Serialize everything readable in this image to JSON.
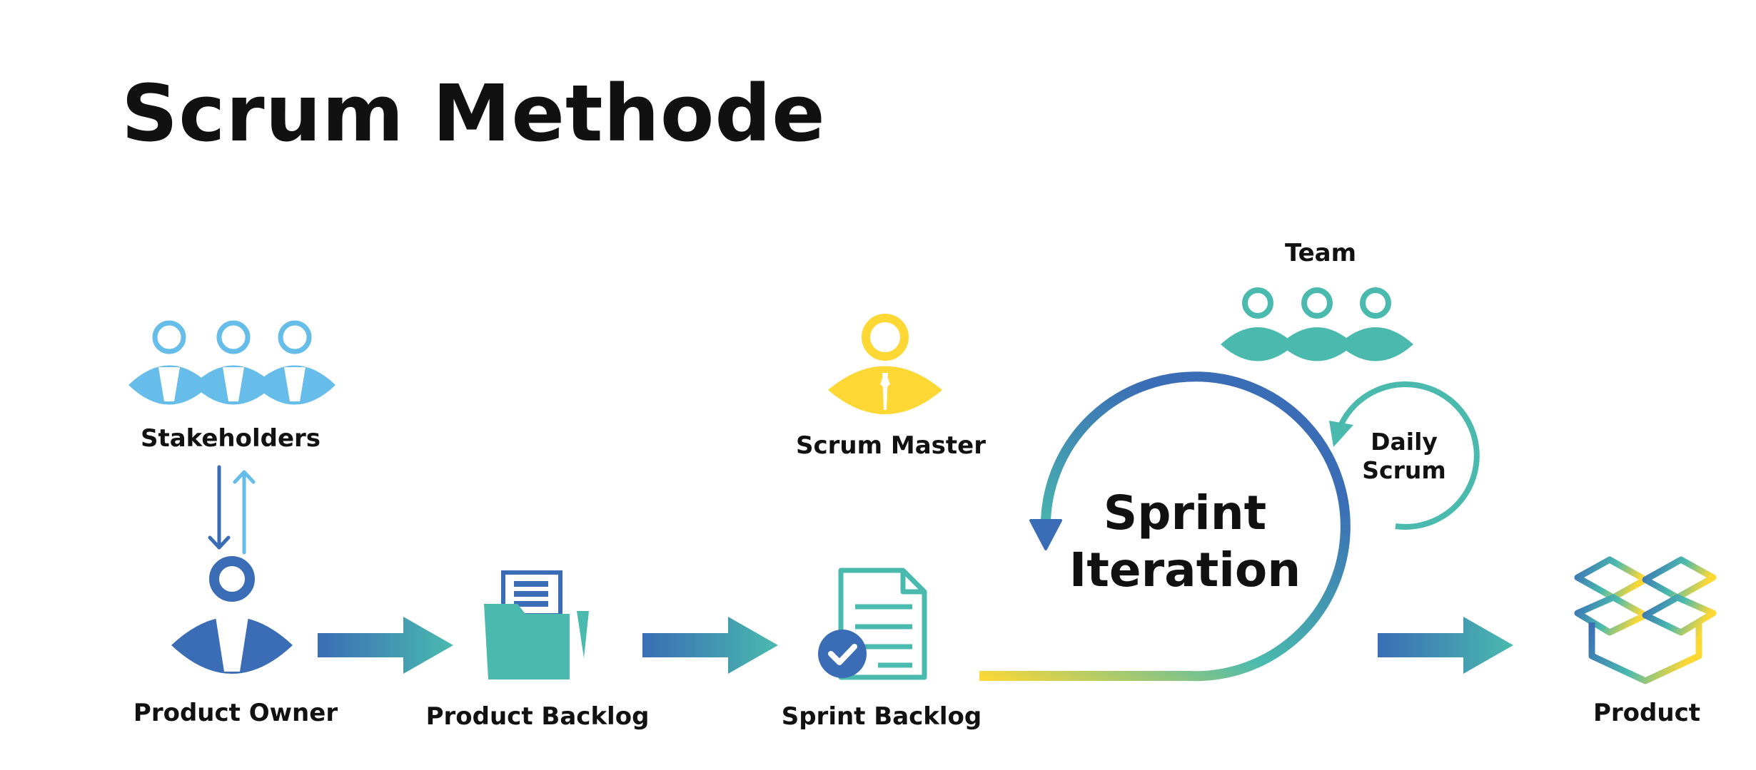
{
  "title": "Scrum Methode",
  "nodes": {
    "stakeholders": "Stakeholders",
    "product_owner": "Product Owner",
    "product_backlog": "Product Backlog",
    "scrum_master": "Scrum Master",
    "sprint_backlog": "Sprint Backlog",
    "team": "Team",
    "daily_scrum_line1": "Daily",
    "daily_scrum_line2": "Scrum",
    "sprint_iteration_line1": "Sprint",
    "sprint_iteration_line2": "Iteration",
    "product": "Product"
  },
  "colors": {
    "stakeholders": "#67BDEA",
    "product_owner": "#3A6DB5",
    "teal": "#4ABAAE",
    "scrum_master": "#FDD835",
    "arrow_start": "#3A6DB5",
    "arrow_end": "#4ABAAE",
    "cycle_yellow": "#FDD835",
    "cycle_teal": "#4ABAAE",
    "cycle_blue": "#3A6DB5"
  }
}
